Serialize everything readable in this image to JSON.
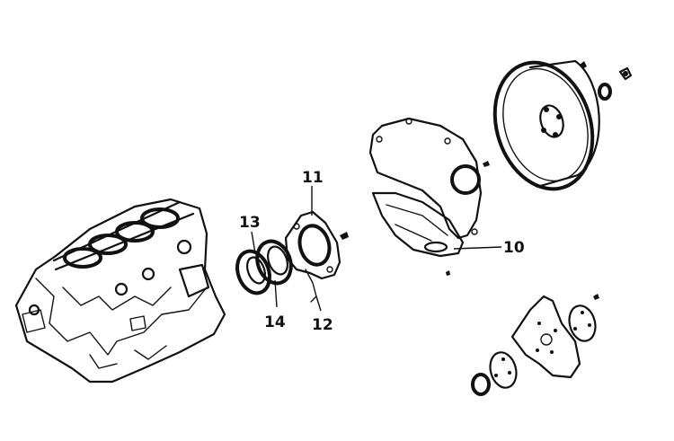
{
  "callouts": {
    "c10": "10",
    "c11": "11",
    "c12": "12",
    "c13": "13",
    "c14": "14"
  },
  "colors": {
    "ink": "#111111",
    "background": "#ffffff"
  }
}
